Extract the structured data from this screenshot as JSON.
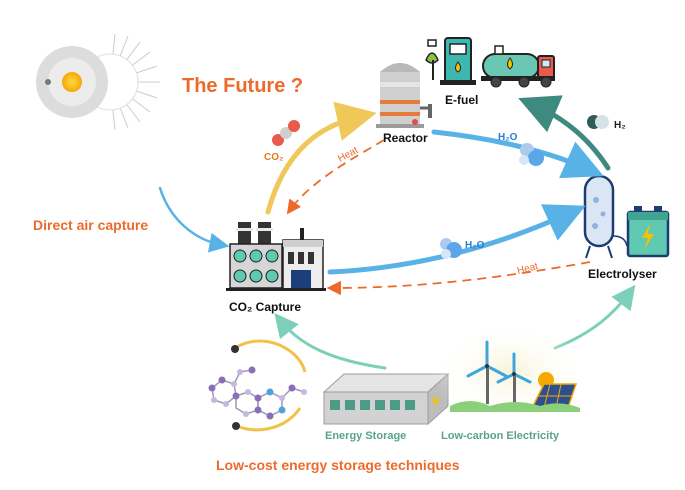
{
  "title": "The Future ?",
  "labels": {
    "reactor": "Reactor",
    "efuel": "E-fuel",
    "electrolyser": "Electrolyser",
    "co2_capture": "CO₂ Capture",
    "direct_air_capture": "Direct air capture",
    "energy_storage": "Energy Storage",
    "low_carbon_electricity": "Low-carbon Electricity",
    "low_cost_storage": "Low-cost energy storage techniques"
  },
  "flows": {
    "co2": "CO₂",
    "heat_top": "Heat",
    "heat_bottom": "Heat",
    "h2o_top": "H₂O",
    "h2o_mid": "H₂O",
    "h2": "H₂"
  },
  "colors": {
    "accent_orange": "#ee6a2b",
    "co2_arrow": "#f0c85a",
    "blue_arrow": "#58b2e6",
    "teal_arrow": "#3f8a80",
    "green_arrow": "#7ccfb8",
    "heat_dash": "#ee6a2b",
    "h2o_text": "#2a7fd0",
    "storage_text": "#5aa38a"
  }
}
